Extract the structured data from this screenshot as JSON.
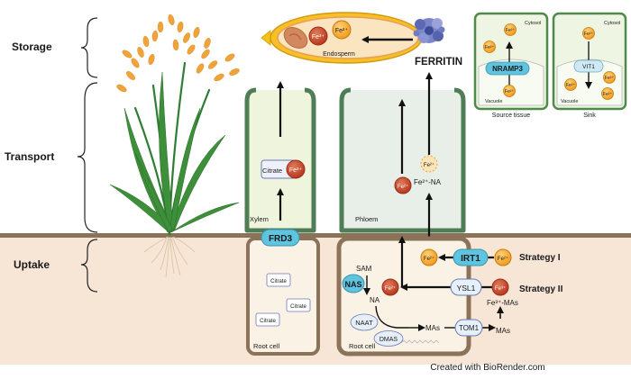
{
  "stages": {
    "storage": "Storage",
    "transport": "Transport",
    "uptake": "Uptake"
  },
  "grain": {
    "fe3": "Fe³⁺",
    "fe2": "Fe²⁺",
    "endosperm": "Endosperm"
  },
  "ferritin": "FERRITIN",
  "source_panel": {
    "cytosol": "Cytosol",
    "fe": "Fe²⁺",
    "transporter": "NRAMP3",
    "vacuole": "Vacuole",
    "caption": "Source tissue"
  },
  "sink_panel": {
    "cytosol": "Cytosol",
    "fe": "Fe²⁺",
    "transporter": "VIT1",
    "vacuole": "Vacuole",
    "caption": "Sink"
  },
  "xylem": {
    "label": "Xylem",
    "citrate": "Citrate",
    "fe": "Fe³⁺"
  },
  "phloem": {
    "label": "Phloem",
    "fe_na_top": "Fe²⁺",
    "fe_na_label": "Fe²⁺-NA",
    "fe2": "Fe²⁺"
  },
  "frd3": "FRD3",
  "root_cell_left": {
    "citrate_1": "Citrate",
    "citrate_2": "Citrate",
    "citrate_3": "Citrate",
    "label": "Root cell"
  },
  "root_cell_right": {
    "sam": "SAM",
    "nas": "NAS",
    "na": "NA",
    "fe2_center": "Fe²⁺",
    "fe2_upper": "Fe²⁺",
    "irt1": "IRT1",
    "fe2_outside": "Fe²⁺",
    "ysl1": "YSL1",
    "fe3_mas": "Fe³⁺",
    "fe3_mas_label": "Fe³⁺-MAs",
    "naat": "NAAT",
    "dmas": "DMAS",
    "mas_inner": "MAs",
    "tom1": "TOM1",
    "mas_outer": "MAs",
    "label": "Root cell"
  },
  "strategies": {
    "strategy1": "Strategy I",
    "strategy2": "Strategy II"
  },
  "credit": "Created with BioRender.com",
  "colors": {
    "soil": "#f7e6d6",
    "ground": "#8a7358",
    "iron": "#f5a623",
    "iron_red": "#c8452d",
    "transporter": "#5fc4df",
    "xylem": "#eef5dc",
    "phloem": "#e8efe9",
    "vessel_edge": "#4f7d55"
  }
}
